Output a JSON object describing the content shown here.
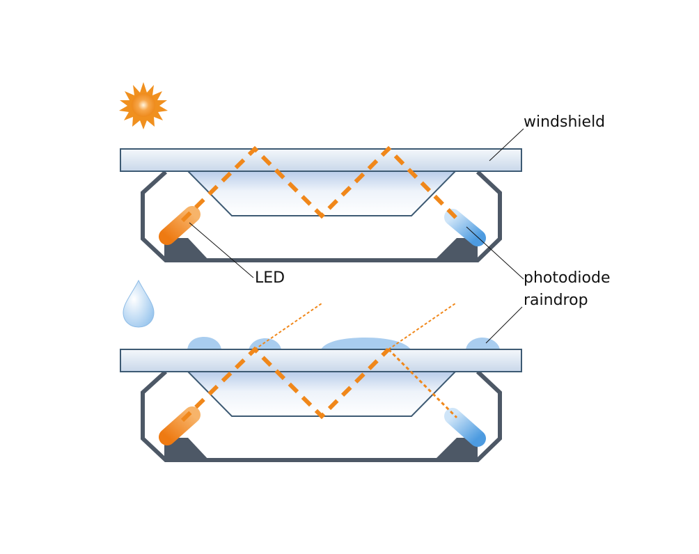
{
  "labels": {
    "windshield": "windshield",
    "led": "LED",
    "photodiode": "photodiode",
    "raindrop": "raindrop"
  },
  "colors": {
    "beam": "#f0871a",
    "housing": "#4d5866",
    "glass_fill": "#e4edf7",
    "glass_stroke": "#3d5a73",
    "led": "#f08a1e",
    "photodiode": "#7cb6ea",
    "water": "#a9cdef"
  },
  "icons": {
    "sun": "sun-icon",
    "drop": "water-drop-icon"
  }
}
